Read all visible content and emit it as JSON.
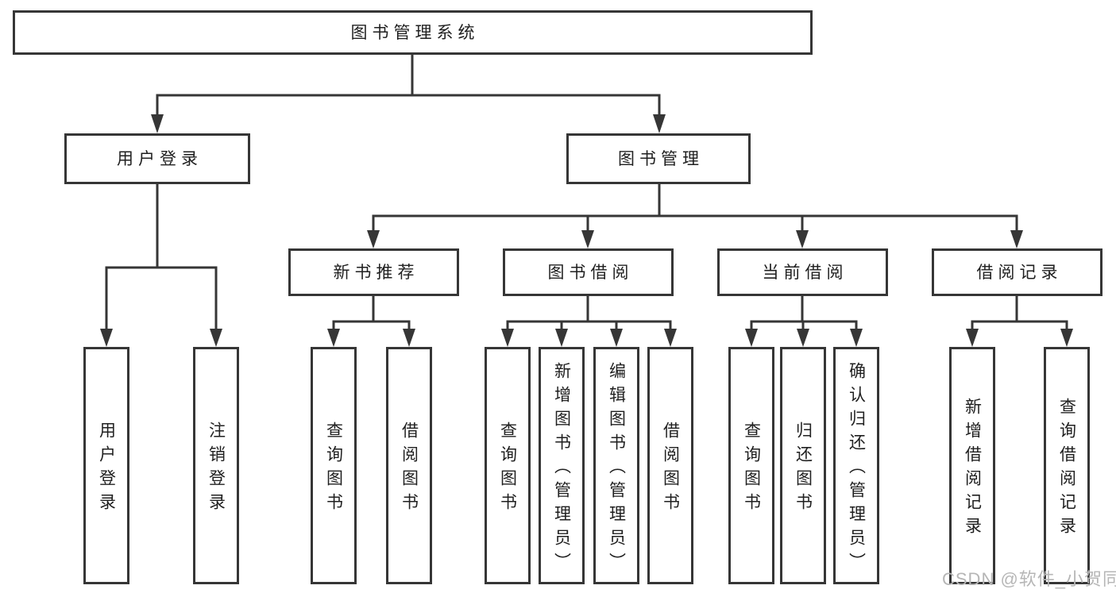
{
  "colors": {
    "line": "#363636",
    "box_border": "#363636",
    "text": "#1f1f1f",
    "watermark": "#b6b6b6",
    "background": "#ffffff"
  },
  "diagram": {
    "type": "hierarchy-tree",
    "root": {
      "label": "图书管理系统"
    },
    "level2": [
      {
        "label": "用户登录",
        "children": [
          {
            "label": "用户登录"
          },
          {
            "label": "注销登录"
          }
        ]
      },
      {
        "label": "图书管理",
        "children": [
          {
            "label": "新书推荐",
            "children": [
              {
                "label": "查询图书"
              },
              {
                "label": "借阅图书"
              }
            ]
          },
          {
            "label": "图书借阅",
            "children": [
              {
                "label": "查询图书"
              },
              {
                "label": "新增图书（管理员）"
              },
              {
                "label": "编辑图书（管理员）"
              },
              {
                "label": "借阅图书"
              }
            ]
          },
          {
            "label": "当前借阅",
            "children": [
              {
                "label": "查询图书"
              },
              {
                "label": "归还图书"
              },
              {
                "label": "确认归还（管理员）"
              }
            ]
          },
          {
            "label": "借阅记录",
            "children": [
              {
                "label": "新增借阅记录"
              },
              {
                "label": "查询借阅记录"
              }
            ]
          }
        ]
      }
    ]
  },
  "watermark": {
    "text": "CSDN @软件_小贺同学"
  }
}
